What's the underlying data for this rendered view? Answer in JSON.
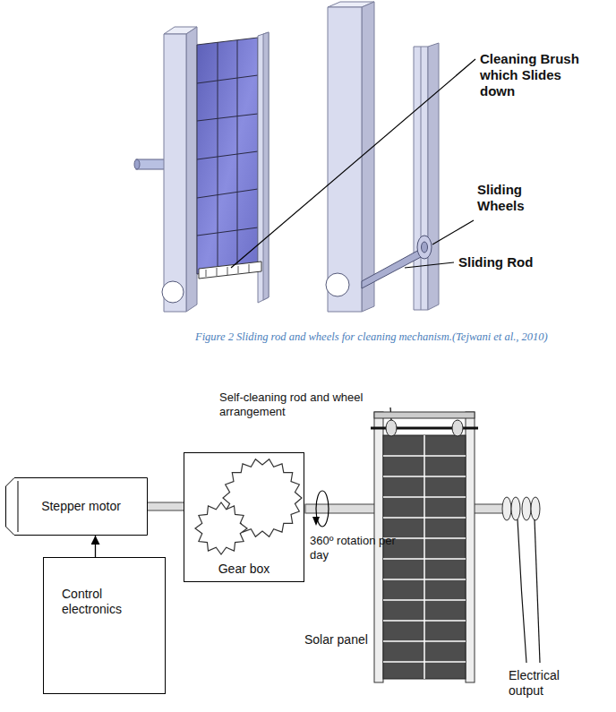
{
  "diagram": {
    "caption": "Figure 2 Sliding rod and wheels for cleaning mechanism.(Tejwani et al., 2010)",
    "nodes": [
      {
        "text": [
          "Stepper motor"
        ]
      },
      {
        "text": [
          "Control electronics"
        ]
      },
      {
        "text": [
          "Gear box"
        ]
      }
    ],
    "edges": [
      {
        "from": 1,
        "to": 0,
        "arrow": "to"
      },
      {
        "from": 0,
        "to": 2,
        "arrow": "none"
      }
    ],
    "labels": [
      "Cleaning Brush which Slides down",
      "Sliding Wheels",
      "Sliding Rod",
      "Self-cleaning rod and wheel arrangement",
      "360º rotation per day",
      "Solar panel",
      "Electrical output"
    ]
  }
}
